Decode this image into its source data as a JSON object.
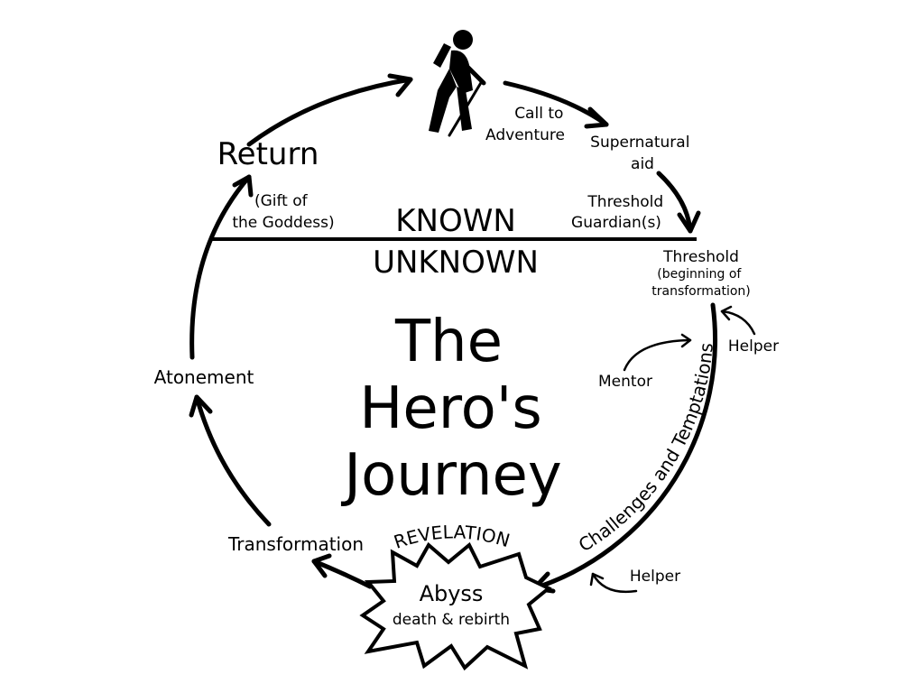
{
  "title_lines": [
    "The",
    "Hero's",
    "Journey"
  ],
  "divider": {
    "known": "KNOWN",
    "unknown": "UNKNOWN"
  },
  "stages": {
    "call": [
      "Call to",
      "Adventure"
    ],
    "aid": [
      "Supernatural",
      "aid"
    ],
    "guardian": [
      "Threshold",
      "Guardian(s)"
    ],
    "threshold": "Threshold",
    "threshold_note": [
      "(beginning of",
      "transformation)"
    ],
    "helper_top": "Helper",
    "mentor": "Mentor",
    "challenges": "Challenges and Temptations",
    "helper_bottom": "Helper",
    "revelation": "REVELATION",
    "abyss": "Abyss",
    "abyss_note": "death & rebirth",
    "transformation": "Transformation",
    "atonement": "Atonement",
    "return": "Return",
    "return_note": [
      "(Gift of",
      "the Goddess)"
    ]
  },
  "icons": {
    "hero": "hiker-icon",
    "abyss": "starburst-icon"
  }
}
